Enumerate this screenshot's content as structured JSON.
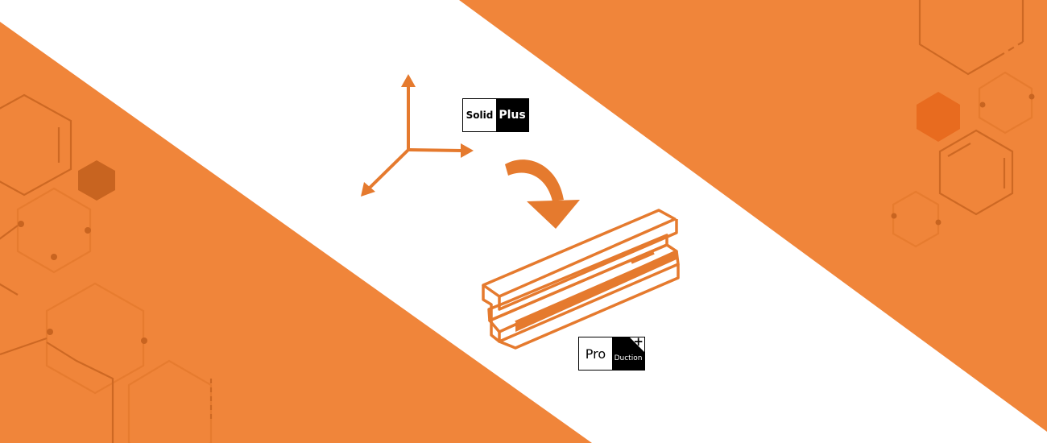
{
  "colors": {
    "accent": "#f0853a",
    "accent_dark": "#d9661b",
    "outline": "#e57a2e",
    "hex_stroke": "#c86420",
    "background": "#ffffff"
  },
  "logos": {
    "solidplus": {
      "left_text": "Solid",
      "right_text": "Plus"
    },
    "production": {
      "left_text": "Pro",
      "right_text": "Duction",
      "mark": "+"
    }
  },
  "icons": {
    "axes": "xyz-axes-icon",
    "arrow": "curved-arrow-icon",
    "profile": "aluminium-profile-icon"
  }
}
